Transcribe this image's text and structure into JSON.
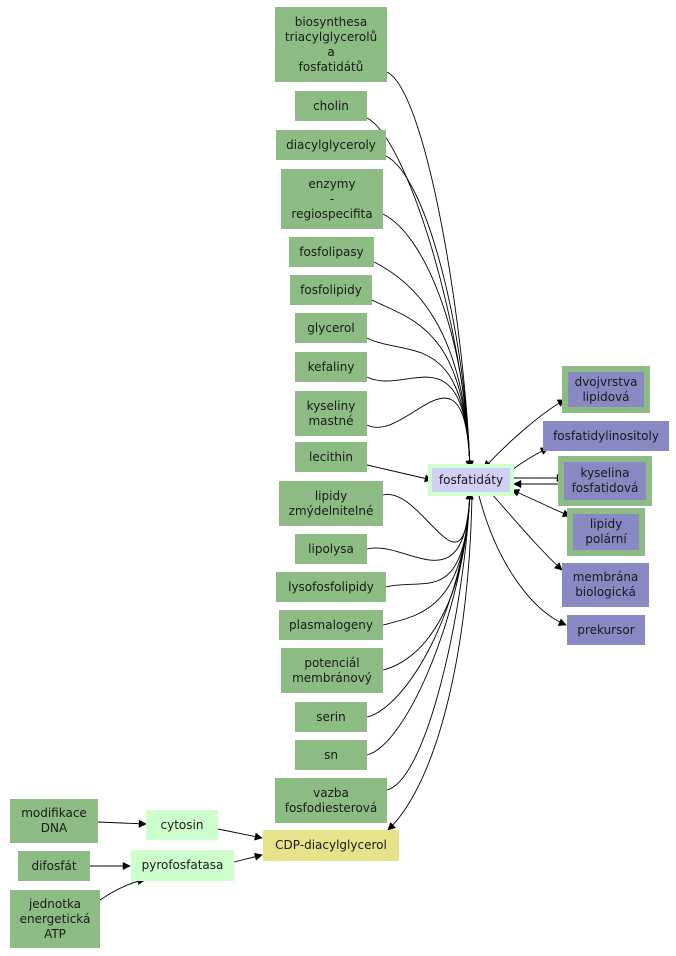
{
  "colors": {
    "green": "#8cbc84",
    "light_green": "#ccffcc",
    "yellow": "#e6e28a",
    "purple": "#8888c2",
    "center": "#cfd0f4",
    "edge": "#000000"
  },
  "center_node": "fosfatidáty",
  "left_nodes": [
    "biosynthesa\ntriacylglycerolů\na\nfosfatidátů",
    "cholin",
    "diacylglyceroly",
    "enzymy\n-\nregiospecifita",
    "fosfolipasy",
    "fosfolipidy",
    "glycerol",
    "kefaliny",
    "kyseliny\nmastné",
    "lecithin",
    "lipidy\nzmýdelnitelné",
    "lipolysa",
    "lysofosfolipidy",
    "plasmalogeny",
    "potenciál\nmembránový",
    "serin",
    "sn",
    "vazba\nfosfodiesterová"
  ],
  "right_nodes": [
    "dvojvrstva\nlipidová",
    "fosfatidylinositoly",
    "kyselina\nfosfatidová",
    "lipidy\npolární",
    "membrána\nbiologická",
    "prekursor"
  ],
  "bottom_nodes": {
    "cdp": "CDP-diacylglycerol",
    "cytosin": "cytosin",
    "pyrofosfatasa": "pyrofosfatasa",
    "modifikace": "modifikace\nDNA",
    "difosfat": "difosfát",
    "jednotka": "jednotka\nenergetická\nATP"
  }
}
